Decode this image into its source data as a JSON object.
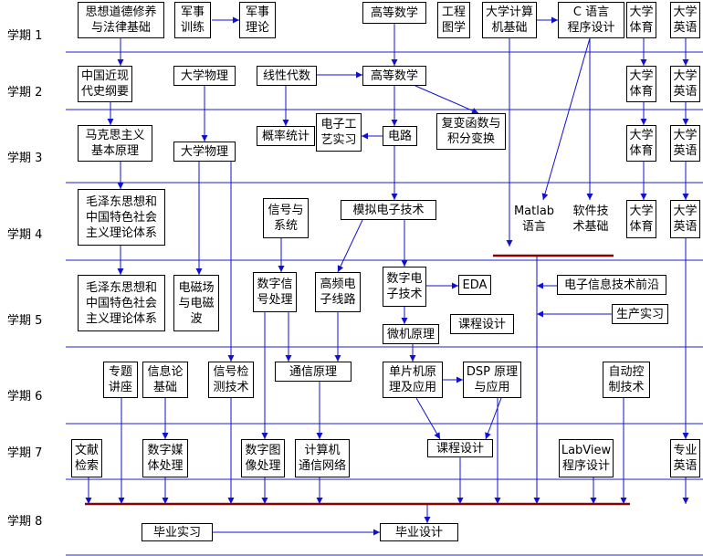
{
  "semesters": [
    "学期 1",
    "学期 2",
    "学期 3",
    "学期 4",
    "学期 5",
    "学期 6",
    "学期 7",
    "学期 8"
  ],
  "courses": {
    "s1_ideology": "思想道德修养\n与法律基础",
    "s1_military_training": "军事\n训练",
    "s1_military_theory": "军事\n理论",
    "s1_advanced_math": "高等数学",
    "s1_engineering_drawing": "工程\n图学",
    "s1_computer_basics": "大学计算\n机基础",
    "s1_c_programming": "C 语言\n程序设计",
    "s1_pe": "大学\n体育",
    "s1_english": "大学\n英语",
    "s2_modern_history": "中国近现\n代史纲要",
    "s2_physics": "大学物理",
    "s2_linear_algebra": "线性代数",
    "s2_advanced_math": "高等数学",
    "s2_pe": "大学\n体育",
    "s2_english": "大学\n英语",
    "s3_marxism": "马克思主义\n基本原理",
    "s3_physics": "大学物理",
    "s3_probability": "概率统计",
    "s3_electronics_practice": "电子工\n艺实习",
    "s3_circuits": "电路",
    "s3_complex_functions": "复变函数与\n积分变换",
    "s3_pe": "大学\n体育",
    "s3_english": "大学\n英语",
    "s4_mao_thought": "毛泽东思想和\n中国特色社会\n主义理论体系",
    "s4_signals_systems": "信号与\n系统",
    "s4_analog_electronics": "模拟电子技术",
    "s4_matlab": "Matlab\n语言",
    "s4_software_basics": "软件技\n术基础",
    "s4_pe": "大学\n体育",
    "s4_english": "大学\n英语",
    "s5_mao_thought": "毛泽东思想和\n中国特色社会\n主义理论体系",
    "s5_electromagnetic": "电磁场\n与电磁\n波",
    "s5_dsp": "数字信\n号处理",
    "s5_hf_circuits": "高频电\n子线路",
    "s5_digital_electronics": "数字电\n子技术",
    "s5_eda": "EDA",
    "s5_frontier": "电子信息技术前沿",
    "s5_microcomputer": "微机原理",
    "s5_course_design": "课程设计",
    "s5_production_practice": "生产实习",
    "s6_special_lectures": "专题\n讲座",
    "s6_information_theory": "信息论\n基础",
    "s6_signal_detection": "信号检\n测技术",
    "s6_communication": "通信原理",
    "s6_mcu": "单片机原\n理及应用",
    "s6_dsp_principle": "DSP 原理\n与应用",
    "s6_automatic_control": "自动控\n制技术",
    "s7_literature_search": "文献\n检索",
    "s7_multimedia": "数字媒\n体处理",
    "s7_image_processing": "数字图\n像处理",
    "s7_networks": "计算机\n通信网络",
    "s7_course_design": "课程设计",
    "s7_labview": "LabView\n程序设计",
    "s7_professional_english": "专业\n英语",
    "s8_graduation_practice": "毕业实习",
    "s8_graduation_design": "毕业设计"
  },
  "colors": {
    "separator": "#1f1fd0",
    "arrow": "#1010d0",
    "bar": "#8b0000",
    "box_border": "#000000"
  }
}
